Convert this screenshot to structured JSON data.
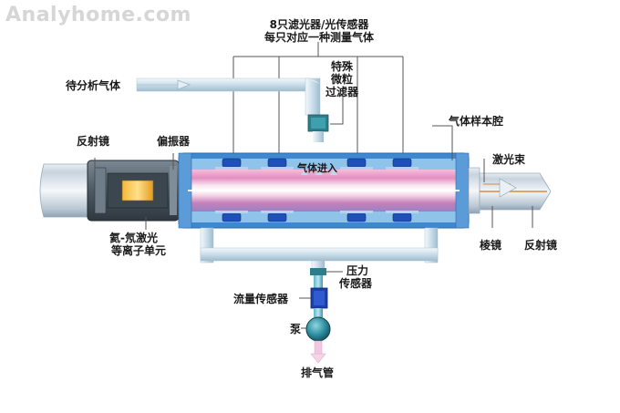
{
  "watermark": "Analyhome.com",
  "labels": {
    "filters_line1": "8只滤光器/光传感器",
    "filters_line2": "每只对应一种测量气体",
    "gas_to_analyze": "待分析气体",
    "special_filter_1": "特殊",
    "special_filter_2": "微粒",
    "special_filter_3": "过滤器",
    "reflector_left": "反射镜",
    "polarizer": "偏振器",
    "sample_cavity": "气体样本腔",
    "gas_inlet": "气体进入",
    "laser_beam": "激光束",
    "laser_unit_1": "氦-氖激光",
    "laser_unit_2": "等离子单元",
    "prism": "棱镜",
    "reflector_right": "反射镜",
    "pressure_1": "压力",
    "pressure_2": "传感器",
    "flow_sensor": "流量传感器",
    "pump": "泵",
    "exhaust": "排气管"
  },
  "colors": {
    "frame": "#4a8fd6",
    "pipe": "#cfe2ee",
    "laser_core": "#d6a0c8",
    "window": "#1f4fb8",
    "pump": "#1e6f80"
  }
}
